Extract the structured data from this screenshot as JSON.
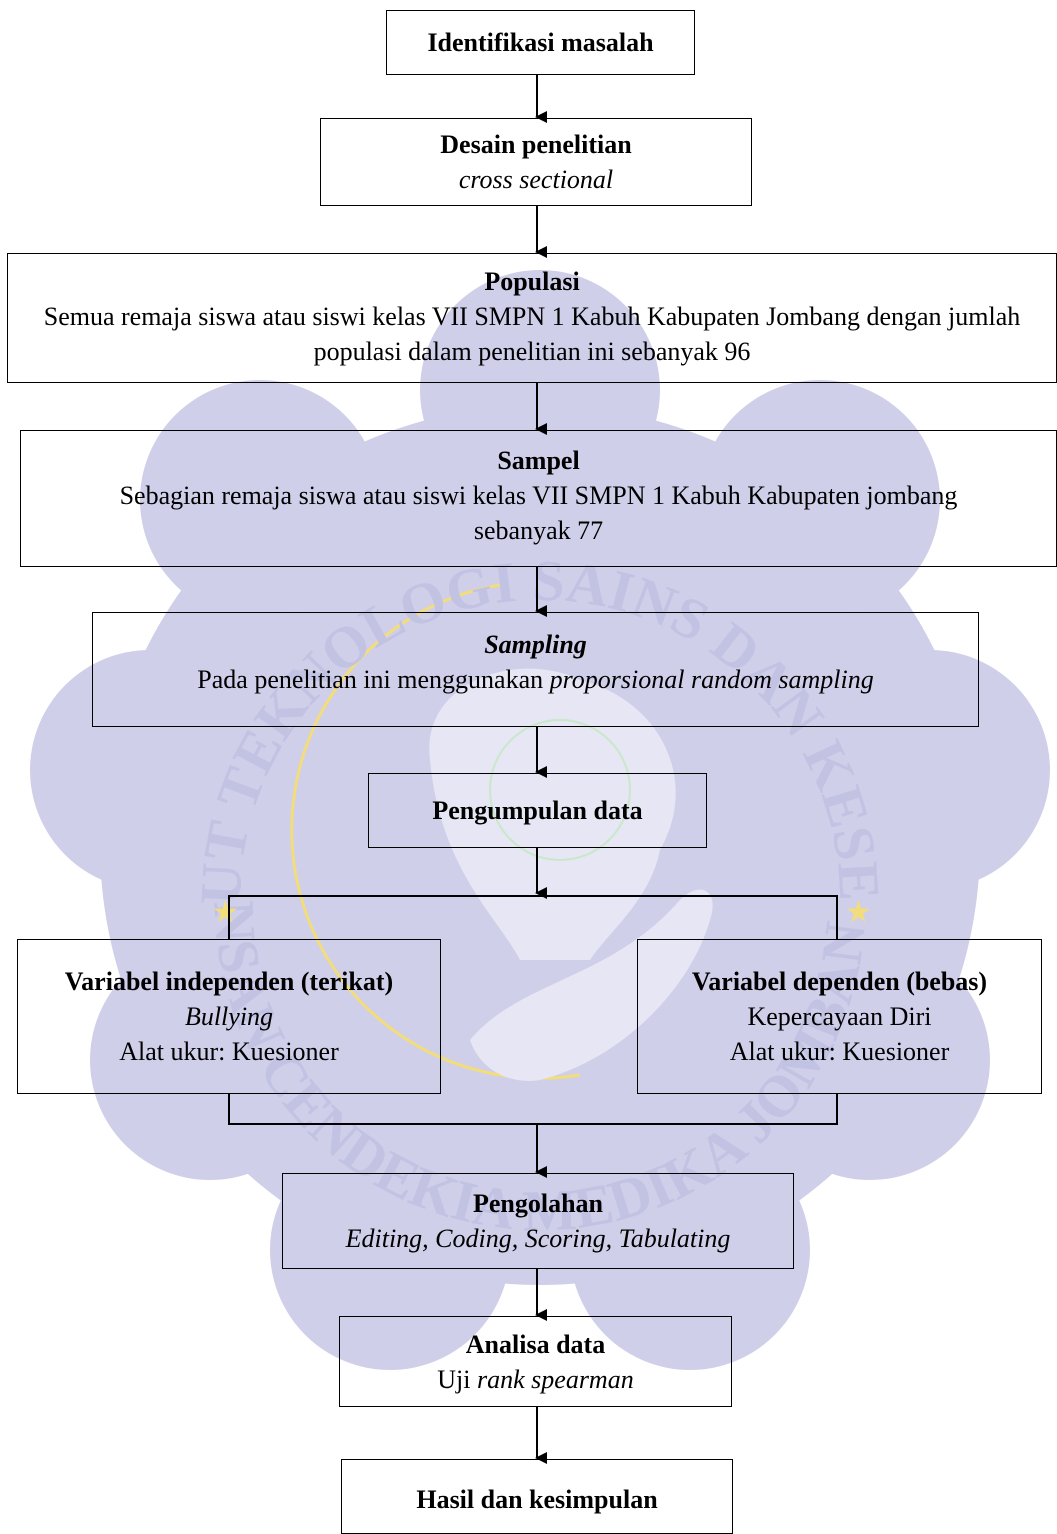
{
  "watermark": {
    "arc_top": "INSTITUT TEKNOLOGI SAINS DAN KESEHATAN",
    "arc_bottom": "INSAN CENDEKIA MEDIKA JOMBANG"
  },
  "flow": {
    "identifikasi": {
      "title": "Identifikasi masalah"
    },
    "desain": {
      "title": "Desain penelitian",
      "subtitle": "cross sectional"
    },
    "populasi": {
      "title": "Populasi",
      "body": "Semua remaja siswa atau siswi kelas VII SMPN 1 Kabuh Kabupaten Jombang dengan jumlah populasi dalam penelitian ini sebanyak 96"
    },
    "sampel": {
      "title": "Sampel",
      "body": "Sebagian remaja siswa atau siswi kelas VII SMPN 1 Kabuh Kabupaten jombang sebanyak 77"
    },
    "sampling": {
      "title": "Sampling",
      "body_prefix": "Pada penelitian ini menggunakan ",
      "body_italic": "proporsional random sampling"
    },
    "pengumpulan": {
      "title": "Pengumpulan data"
    },
    "var_independen": {
      "title": "Variabel independen (terikat)",
      "line1": "Bullying",
      "line2": "Alat ukur: Kuesioner"
    },
    "var_dependen": {
      "title": "Variabel dependen (bebas)",
      "line1": "Kepercayaan Diri",
      "line2": "Alat ukur: Kuesioner"
    },
    "pengolahan": {
      "title": "Pengolahan",
      "subtitle": "Editing, Coding, Scoring, Tabulating"
    },
    "analisa": {
      "title": "Analisa data",
      "sub_prefix": "Uji ",
      "sub_italic": "rank spearman"
    },
    "hasil": {
      "title": "Hasil dan kesimpulan"
    }
  }
}
